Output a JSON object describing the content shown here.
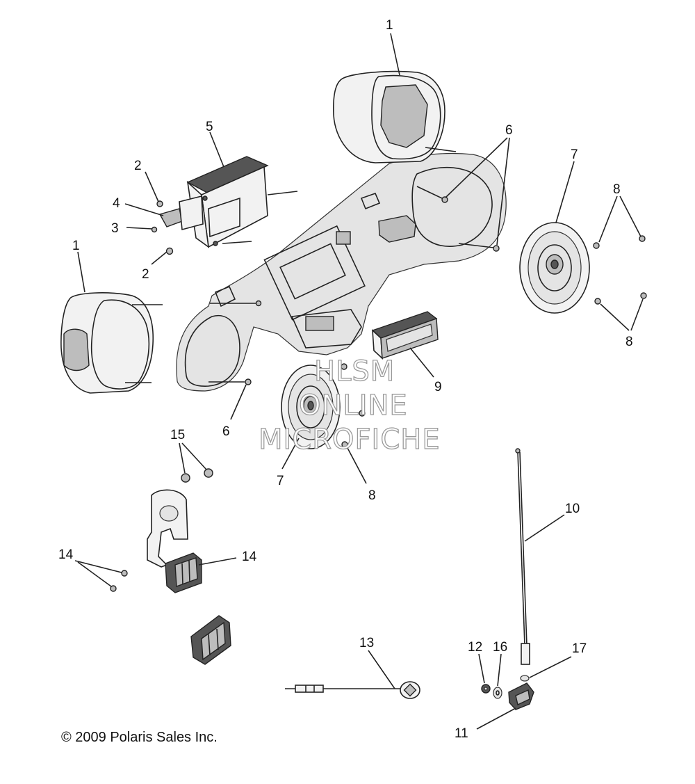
{
  "callouts": [
    "1",
    "5",
    "2",
    "4",
    "3",
    "2",
    "1",
    "6",
    "7",
    "8",
    "8",
    "9",
    "6",
    "7",
    "8",
    "15",
    "10",
    "14",
    "14",
    "13",
    "12",
    "16",
    "17",
    "11"
  ],
  "watermark": [
    "HLSM",
    "ONLINE",
    "MICROFICHE"
  ],
  "copyright": "© 2009 Polaris Sales Inc.",
  "colors": {
    "line": "#222222",
    "background": "#ffffff",
    "watermark_outline": "#9a9a9a"
  }
}
